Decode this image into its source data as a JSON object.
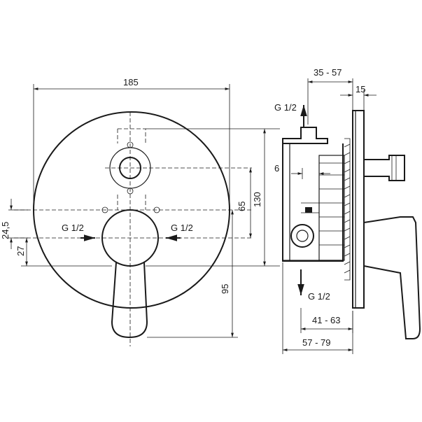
{
  "dimensions": {
    "overall_width": "185",
    "depth_range_top": "35 - 57",
    "rosette_thickness": "15",
    "height_total": "130",
    "height_upper": "65",
    "lower_to_handle": "95",
    "offset_24_5": "24,5",
    "offset_27": "27",
    "inner_6": "6",
    "depth_41_63": "41 - 63",
    "depth_57_79": "57 - 79"
  },
  "connections": {
    "left": "G 1/2",
    "right": "G 1/2",
    "top": "G 1/2",
    "bottom": "G 1/2"
  },
  "colors": {
    "line": "#1a1a1a",
    "background": "#ffffff"
  }
}
